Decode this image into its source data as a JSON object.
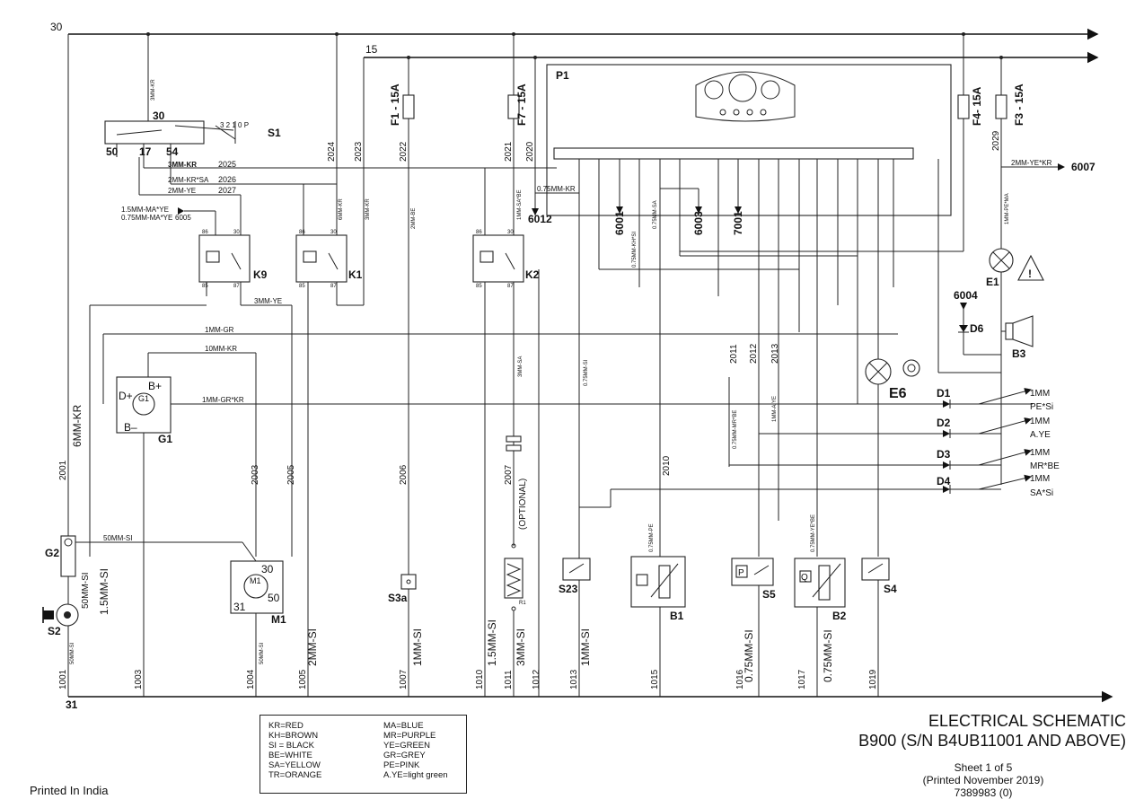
{
  "rails": {
    "r30": "30",
    "r15": "15",
    "r31": "31"
  },
  "components": {
    "S1": "S1",
    "P1": "P1",
    "K9": "K9",
    "K1": "K1",
    "K2": "K2",
    "G1": "G1",
    "G2": "G2",
    "M1": "M1",
    "S2": "S2",
    "S3a": "S3a",
    "S23": "S23",
    "B1": "B1",
    "S5": "S5",
    "B2": "B2",
    "S4": "S4",
    "E1": "E1",
    "E6": "E6",
    "B3": "B3",
    "D1": "D1",
    "D2": "D2",
    "D3": "D3",
    "D4": "D4",
    "D6": "D6",
    "R1": "R1"
  },
  "fuses": {
    "F1": "F1 - 15A",
    "F7": "F7 - 15A",
    "F4": "F4- 15A",
    "F3": "F3 - 15A"
  },
  "terminals": {
    "s1_30": "30",
    "s1_50": "50",
    "s1_17": "17",
    "s1_54": "54",
    "s1_pos": "3 2 1 0 P",
    "k_86": "86",
    "k_30": "30",
    "k_85": "85",
    "k_87": "87",
    "g1_dplus": "D+",
    "g1_bplus": "B+",
    "g1_bminus": "B–",
    "g1_inner": "G1",
    "m1_30": "30",
    "m1_50": "50",
    "m1_31": "31",
    "m1_inner": "M1"
  },
  "wires": {
    "w3mmkr_top": "3MM-KR",
    "w2025": "2025",
    "w2026": "2026",
    "w2027": "2027",
    "w3mmkr_a": "3MM-KR",
    "w2mmkrsa": "2MM-KR*SA",
    "w2mmye": "2MM-YE",
    "w6005": "6005",
    "w15mmmaye": "1.5MM-MA*YE",
    "w075mmmaye": "0.75MM-MA*YE",
    "w2024": "2024",
    "w2023": "2023",
    "w2022": "2022",
    "w2021": "2021",
    "w2020": "2020",
    "w2029": "2029",
    "w6mmkr_k1": "6MM-KR",
    "w3mmkr_k1": "3MM-KR",
    "w2mmbe": "2MM-BE",
    "w1mmsabe": "1MM-SA*BE",
    "w075mmkr": "0.75MM-KR",
    "w6012": "6012",
    "w6001": "6001",
    "w075mmkhsi": "0.75MM-KH*SI",
    "w075mmsa": "0.75MM-SA",
    "w6003": "6003",
    "w7001": "7001",
    "w2mmyekr": "2MM-YE*KR",
    "w6007": "6007",
    "w1mmpema": "1MM-PE*MA",
    "w3mmye": "3MM-YE",
    "w1mmgr": "1MM-GR",
    "w10mmkr": "10MM-KR",
    "w1mmgrkr": "1MM-GR*KR",
    "w2001": "2001",
    "w6mmkr": "6MM-KR",
    "w2003": "2003",
    "w2005": "2005",
    "w2006": "2006",
    "w3mmsa": "3MM-SA",
    "w075mmsi": "0.75MM-SI",
    "w2007": "2007",
    "w_optional": "(OPTIONAL)",
    "w2011": "2011",
    "w2012": "2012",
    "w2013": "2013",
    "w075mmmrbe": "0.75MM-MR*BE",
    "w1mmaye": "1MM-A.YE",
    "w2010": "2010",
    "w075mmpe": "0.75MM-PE",
    "w075mmyebe": "0.75MM-YE*BE",
    "w6004": "6004",
    "w50mmsi_top": "50MM-SI",
    "w50mmsi_v": "50MM-SI",
    "w15mmsi_g2": "1.5MM-SI",
    "w50mmsi_s2": "50MM-SI",
    "w50mmsi_m1": "50MM-SI",
    "w2mmsi": "2MM-SI",
    "w1mmsi_s3a": "1MM-SI",
    "w15mmsi": "1.5MM-SI",
    "w3mmsi": "3MM-SI",
    "w1mmsi_s23": "1MM-SI",
    "w075mmsi_s5": "0.75MM-SI",
    "w075mmsi_b2": "0.75MM-SI",
    "d1a": "1MM",
    "d1b": "PE*Si",
    "d2a": "1MM",
    "d2b": "A.YE",
    "d3a": "1MM",
    "d3b": "MR*BE",
    "d4a": "1MM",
    "d4b": "SA*Si",
    "g1_1": "1001",
    "g1_3": "1003",
    "g1_4": "1004",
    "g1_5": "1005",
    "g1_7": "1007",
    "g1_10": "1010",
    "g1_11": "1011",
    "g1_12": "1012",
    "g1_13": "1013",
    "g1_15": "1015",
    "g1_16": "1016",
    "g1_17": "1017",
    "g1_19": "1019"
  },
  "legend": {
    "col1": [
      "KR=RED",
      "KH=BROWN",
      "SI = BLACK",
      "BE=WHITE",
      "SA=YELLOW",
      "TR=ORANGE"
    ],
    "col2": [
      "MA=BLUE",
      "MR=PURPLE",
      "YE=GREEN",
      "GR=GREY",
      "PE=PINK",
      "A.YE=light green"
    ]
  },
  "title": {
    "main": "ELECTRICAL SCHEMATIC",
    "sub": "B900 (S/N B4UB11001 AND ABOVE)",
    "sheet": "Sheet 1 of 5",
    "printed": "(Printed November 2019)",
    "part": "7389983 (0)",
    "printed_in": "Printed In India"
  }
}
